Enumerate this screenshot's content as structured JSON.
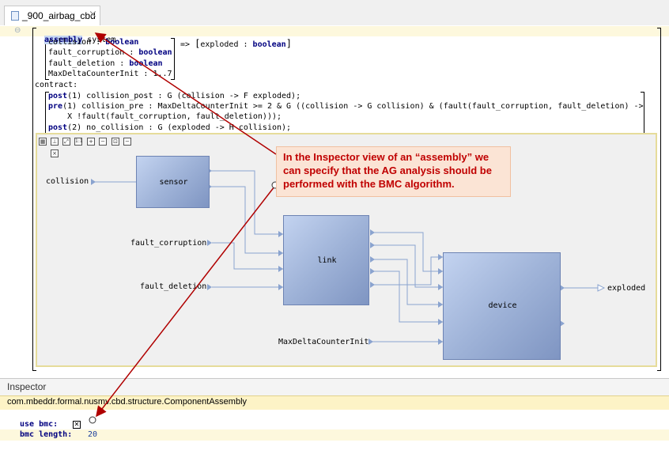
{
  "tab": {
    "label": "_900_airbag_cbd",
    "close": "×",
    "icon": "document-icon"
  },
  "code": {
    "assembly_kw": "assembly",
    "assembly_name": " system",
    "inputs": [
      {
        "name": "collision : ",
        "type": "boolean"
      },
      {
        "name": "fault_corruption : ",
        "type": "boolean"
      },
      {
        "name": "fault_deletion : ",
        "type": "boolean"
      },
      {
        "name": "MaxDeltaCounterInit : ",
        "type": "1..7"
      }
    ],
    "arrow": "=>",
    "output_name": "exploded : ",
    "output_type": "boolean",
    "contract_label": "contract:",
    "contract_lines": [
      {
        "kw": "post",
        "rest": "(1) collision_post : G (collision -> F exploded);"
      },
      {
        "kw": "pre",
        "rest": "(1) collision_pre : MaxDeltaCounterInit >= 2 & G ((collision -> G collision) & (fault(fault_corruption, fault_deletion) ->"
      },
      {
        "kw": "",
        "rest": "    X !fault(fault_corruption, fault_deletion)));"
      },
      {
        "kw": "post",
        "rest": "(2) no_collision : G (exploded -> H collision);"
      }
    ]
  },
  "diagram": {
    "toolbar_icons": [
      "layout-icon",
      "layout-tree-icon",
      "fit-icon",
      "actual-size-icon",
      "zoom-in-icon",
      "zoom-out-icon",
      "fit-page-icon",
      "collapse-icon",
      "close-icon"
    ],
    "toolbar_glyphs": [
      "▦",
      "⊥",
      "⤢",
      "1:1",
      "+",
      "−",
      "⊡",
      "−",
      "×"
    ],
    "blocks": {
      "sensor": "sensor",
      "link": "link",
      "device": "device"
    },
    "inputs": {
      "collision": "collision",
      "fault_corruption": "fault_corruption",
      "fault_deletion": "fault_deletion",
      "max": "MaxDeltaCounterInit"
    },
    "outputs": {
      "exploded": "exploded"
    }
  },
  "callout": {
    "text": "In the Inspector view of an “assembly” we can specify that the AG analysis should be performed with the BMC algorithm.",
    "color": "#c00000"
  },
  "inspector": {
    "title": "Inspector",
    "concept": "com.mbeddr.formal.nusmv.cbd.structure.ComponentAssembly",
    "use_bmc_label": "use bmc:",
    "use_bmc_value": "☒",
    "bmc_length_label": "bmc length:",
    "bmc_length_value": "20"
  }
}
